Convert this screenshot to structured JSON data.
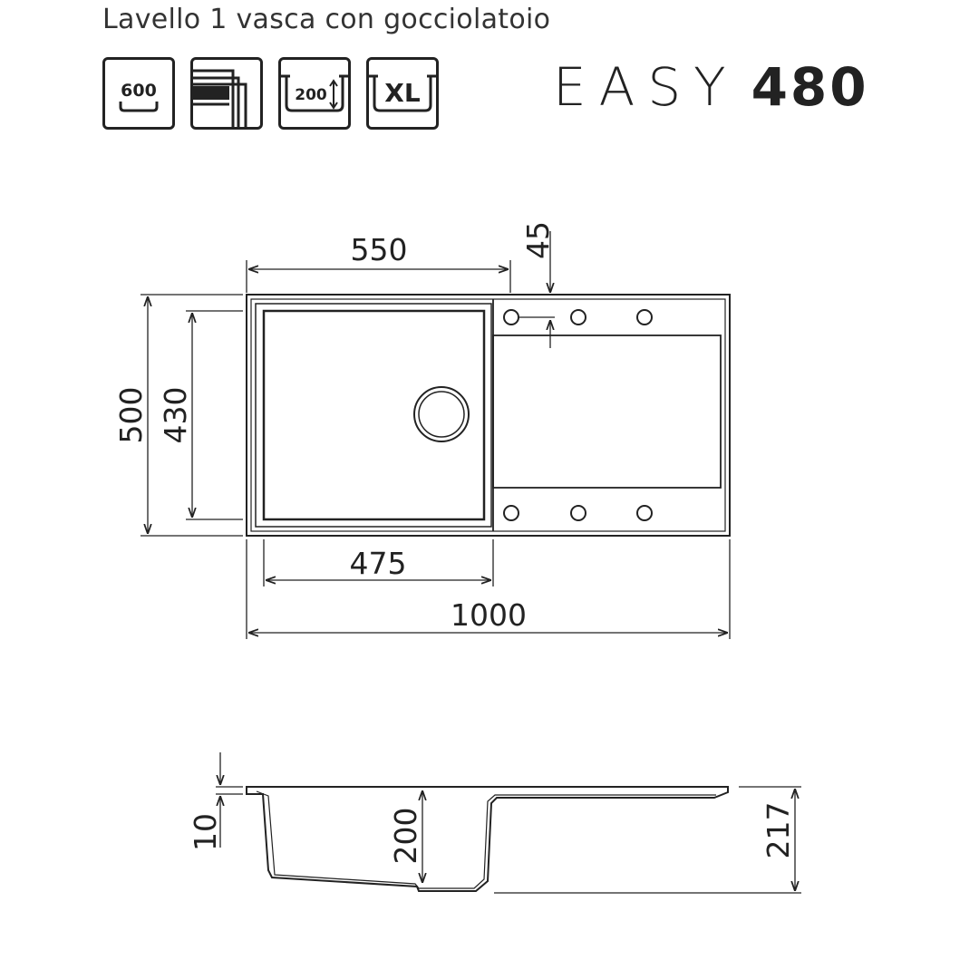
{
  "header": {
    "subtitle": "Lavello 1 vasca con gocciolatoio",
    "model_name": "EASY",
    "model_number": "480"
  },
  "badges": [
    {
      "icon": "cabinet-600-icon",
      "label": "600"
    },
    {
      "icon": "inset-mount-icon",
      "label": ""
    },
    {
      "icon": "bowl-depth-200-icon",
      "label": "200"
    },
    {
      "icon": "xl-bowl-icon",
      "label": "XL"
    }
  ],
  "plan_view": {
    "dimensions": {
      "bowl_width": "550",
      "corner_offset": "45",
      "total_depth": "500",
      "bowl_depth": "430",
      "bowl_inner_width": "475",
      "total_length": "1000"
    }
  },
  "section_view": {
    "dimensions": {
      "rim_thickness": "10",
      "bowl_depth": "200",
      "total_height": "217"
    }
  },
  "colors": {
    "line": "#222222",
    "background": "#ffffff"
  }
}
